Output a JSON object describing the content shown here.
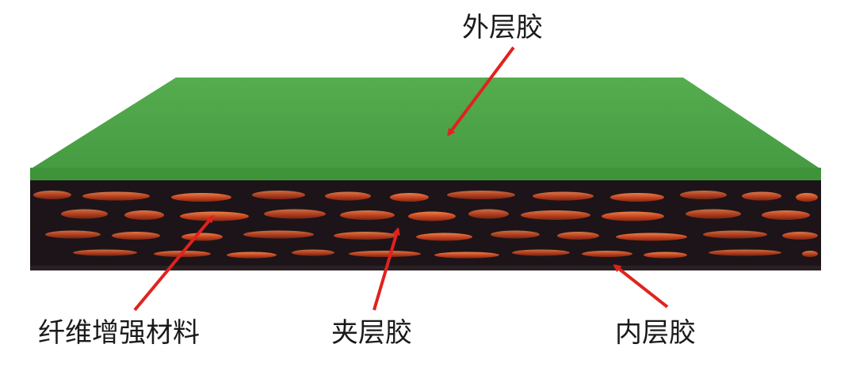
{
  "labels": {
    "outer_rubber": "外层胶",
    "fiber_material": "纤维增强材料",
    "middle_rubber": "夹层胶",
    "inner_rubber": "内层胶"
  },
  "colors": {
    "outer_layer": "#4ea64a",
    "body_dark": "#1c1418",
    "fiber_orange": "#e0552a",
    "arrow_red": "#e0221f"
  }
}
